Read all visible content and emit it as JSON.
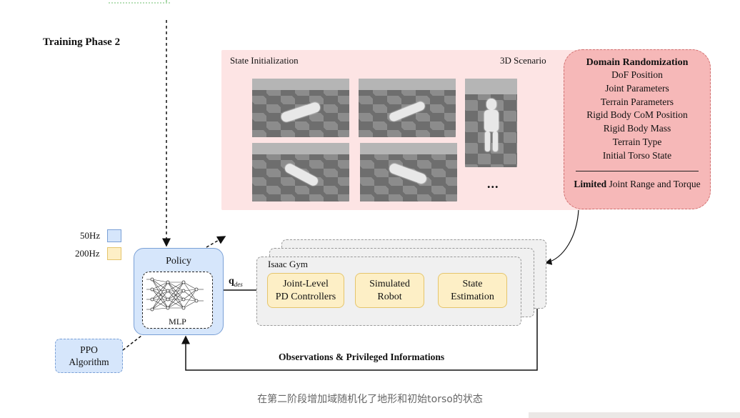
{
  "diagram": {
    "phase_title": "Training Phase 2",
    "scenario": {
      "state_init_label": "State Initialization",
      "scenario_label": "3D Scenario",
      "ellipsis": "..."
    },
    "domain_randomization": {
      "title": "Domain Randomization",
      "items": [
        "DoF Position",
        "Joint Parameters",
        "Terrain Parameters",
        "Rigid Body CoM Position",
        "Rigid Body Mass",
        "Terrain Type",
        "Initial Torso State"
      ],
      "limited_bold": "Limited",
      "limited_rest": " Joint Range and Torque"
    },
    "legend": [
      {
        "label": "50Hz",
        "color": "#d6e6fb"
      },
      {
        "label": "200Hz",
        "color": "#fdefc6"
      }
    ],
    "policy": {
      "label": "Policy",
      "mlp_label": "MLP"
    },
    "ppo": {
      "line1": "PPO",
      "line2": "Algorithm"
    },
    "isaac_gym": {
      "label": "Isaac Gym",
      "pd_line1": "Joint-Level",
      "pd_line2": "PD Controllers",
      "sim_line1": "Simulated",
      "sim_line2": "Robot",
      "se_line1": "State",
      "se_line2": "Estimation"
    },
    "qdes": {
      "base": "q",
      "sub": "des"
    },
    "feedback_label": "Observations & Privileged Informations"
  },
  "caption": "在第二阶段增加域随机化了地形和初始torso的状态",
  "colors": {
    "policy_fill": "#d6e6fb",
    "gym_fill": "#fdefc6",
    "randomization_fill": "#f6b8b8",
    "scenario_fill": "#fde4e4"
  }
}
